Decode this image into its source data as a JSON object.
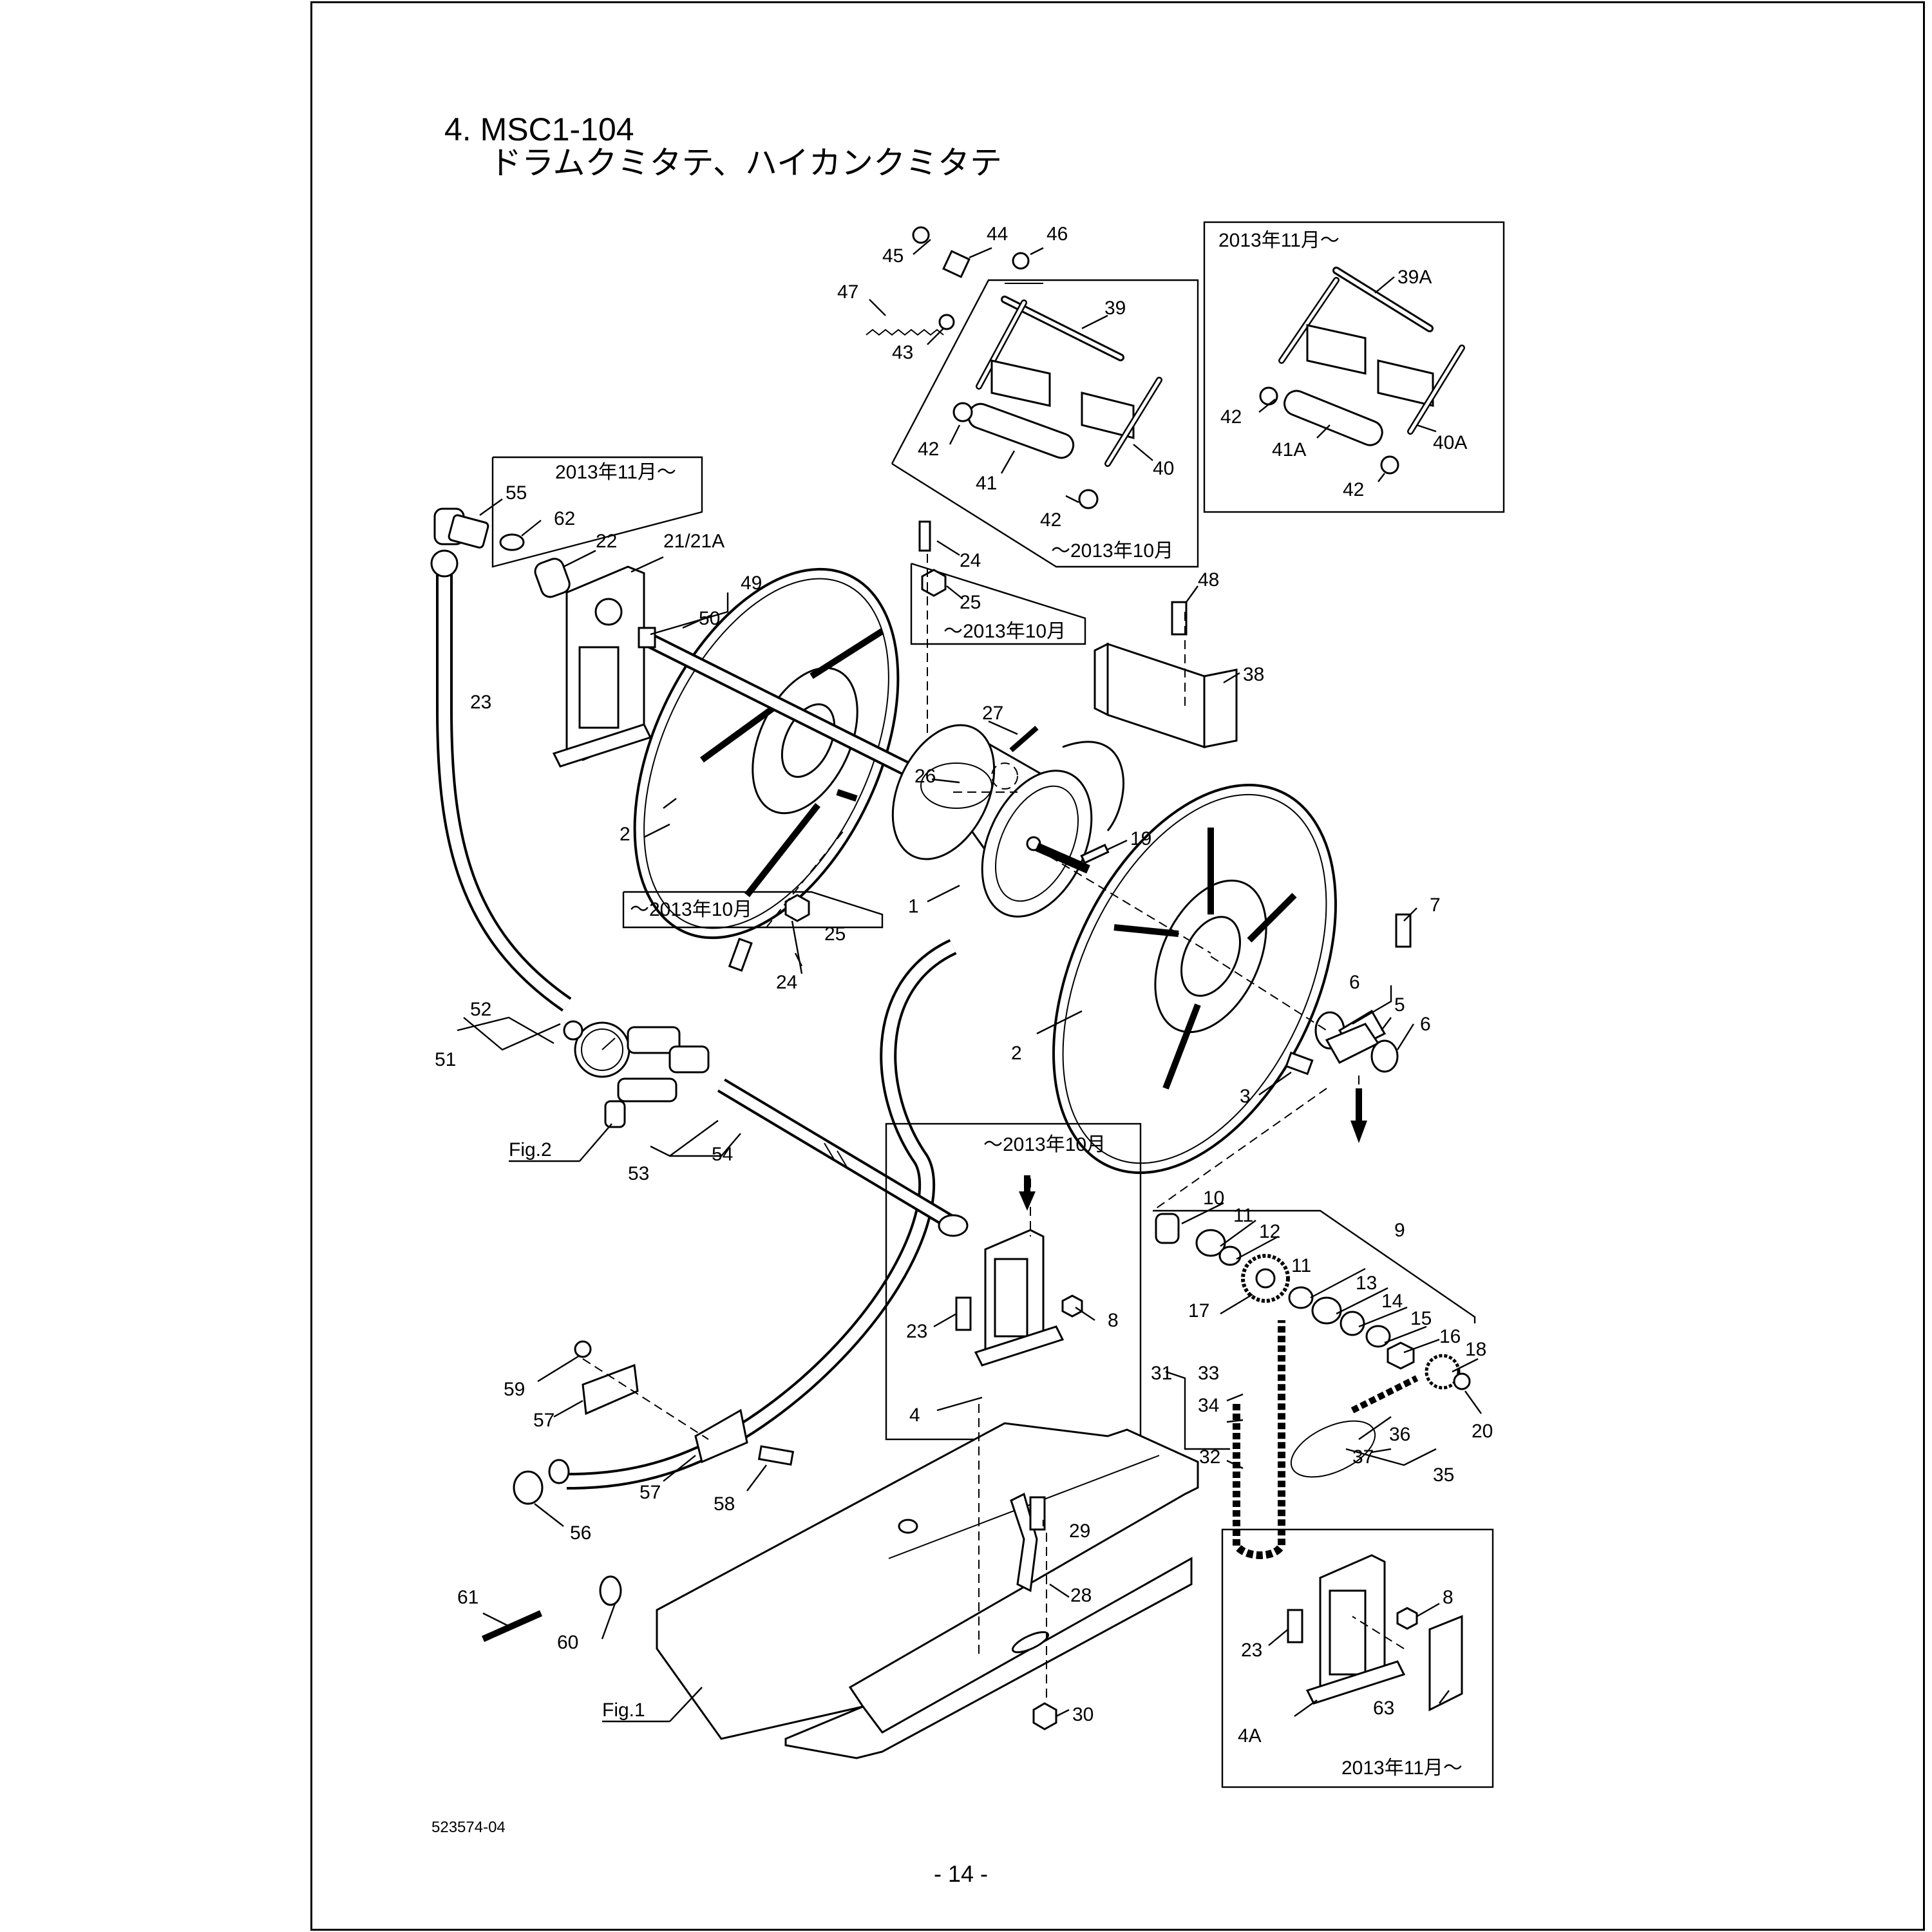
{
  "header": {
    "title_line1": "4. MSC1-104",
    "title_line2": "ドラムクミタテ、ハイカンクミタテ"
  },
  "footer": {
    "doc_number": "523574-04",
    "page_number": "- 14 -"
  },
  "notes": {
    "from_2013_11": "2013年11月～",
    "until_2013_10": "～2013年10月",
    "fig1": "Fig.1",
    "fig2": "Fig.2"
  },
  "callouts": [
    "1",
    "2",
    "3",
    "4",
    "4A",
    "5",
    "6",
    "7",
    "8",
    "9",
    "10",
    "11",
    "12",
    "13",
    "14",
    "15",
    "16",
    "17",
    "18",
    "19",
    "20",
    "21/21A",
    "22",
    "23",
    "24",
    "25",
    "26",
    "27",
    "28",
    "29",
    "30",
    "31",
    "32",
    "33",
    "34",
    "35",
    "36",
    "37",
    "38",
    "39",
    "39A",
    "40",
    "40A",
    "41",
    "41A",
    "42",
    "43",
    "44",
    "45",
    "46",
    "47",
    "48",
    "49",
    "50",
    "51",
    "52",
    "53",
    "54",
    "55",
    "56",
    "57",
    "58",
    "59",
    "60",
    "61",
    "62",
    "63"
  ]
}
